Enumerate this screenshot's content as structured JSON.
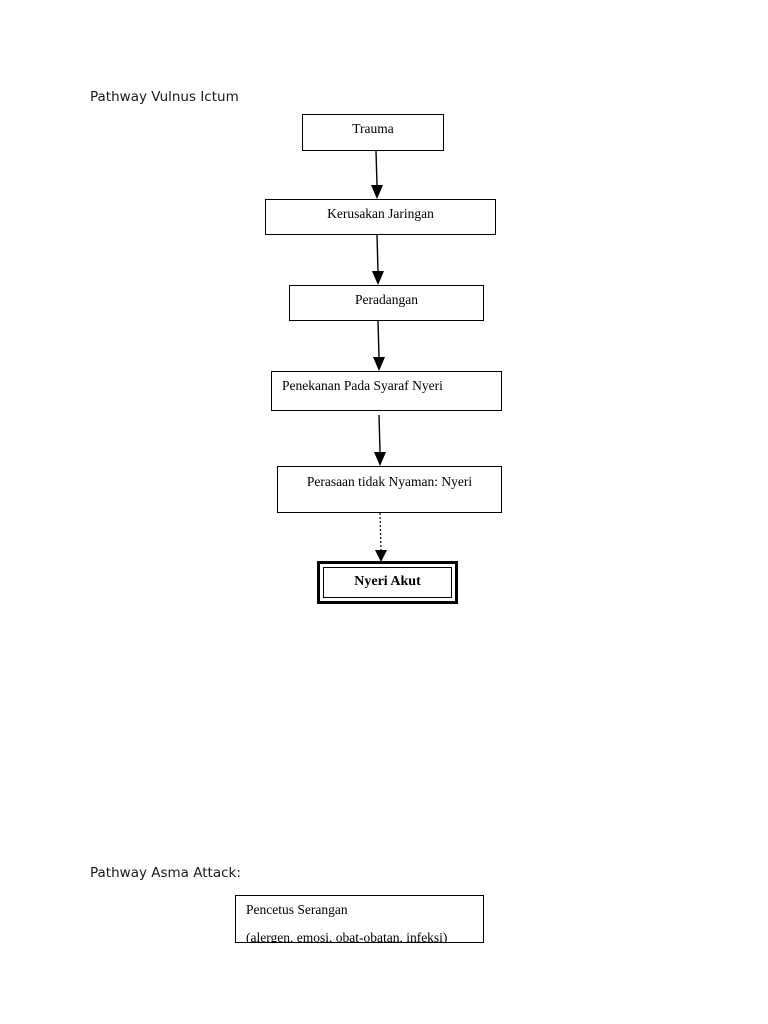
{
  "sections": {
    "vulnus": {
      "title": "Pathway Vulnus Ictum",
      "steps": [
        "Trauma",
        "Kerusakan Jaringan",
        "Peradangan",
        "Penekanan Pada Syaraf Nyeri",
        "Perasaan tidak Nyaman: Nyeri"
      ],
      "outcome": "Nyeri Akut"
    },
    "asma": {
      "title": "Pathway Asma Attack:",
      "first_box": {
        "line1": "Pencetus Serangan",
        "line2": "(alergen, emosi, obat-obatan, infeksi)"
      }
    }
  }
}
